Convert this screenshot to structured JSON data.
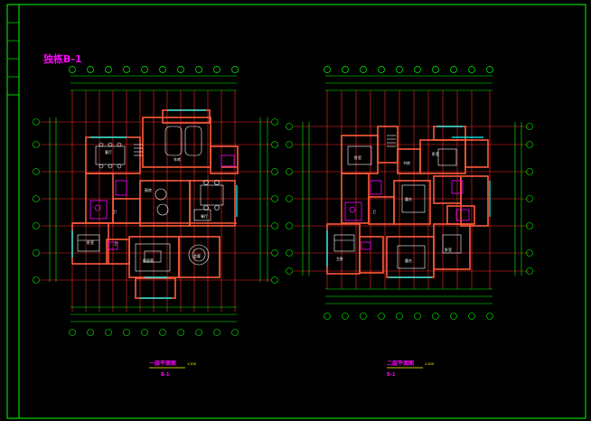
{
  "drawing": {
    "sheet_label": "独栋B-1",
    "plans": [
      {
        "id": "first-floor",
        "title": "一层平面图",
        "scale": "1:100",
        "subtitle": "B-1"
      },
      {
        "id": "second-floor",
        "title": "二层平面图",
        "scale": "1:100",
        "subtitle": "B-1"
      }
    ]
  },
  "colors": {
    "background": "#000000",
    "frame": "#00ff00",
    "wall": "#ff2a2a",
    "grid": "#ffffff",
    "dimension": "#00ff00",
    "furniture": "#ffffff",
    "fixture": "#ff00ff",
    "window": "#00ffff",
    "annotation": "#ffff00",
    "title": "#ff00ff"
  }
}
